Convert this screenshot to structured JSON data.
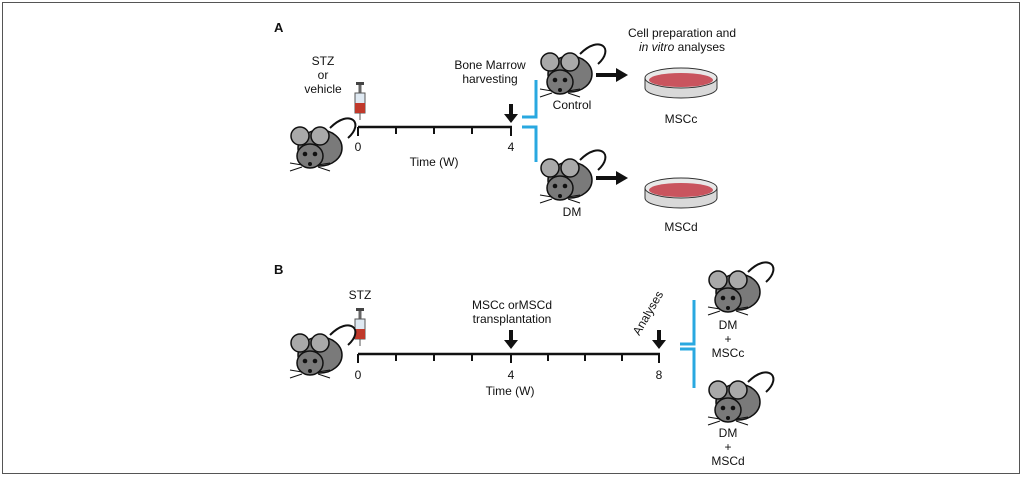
{
  "panel_a": {
    "letter": "A",
    "treatment_line1": "STZ",
    "treatment_line2": "or",
    "treatment_line3": "vehicle",
    "tick_start": "0",
    "tick_end": "4",
    "axis_label": "Time (W)",
    "event_line1": "Bone Marrow",
    "event_line2": "harvesting",
    "group_top": "Control",
    "group_bottom": "DM",
    "analysis_line1": "Cell preparation and",
    "analysis_line2_italic": "in vitro",
    "analysis_line2_rest": " analyses",
    "dish_top": "MSCc",
    "dish_bottom": "MSCd"
  },
  "panel_b": {
    "letter": "B",
    "treatment": "STZ",
    "tick_start": "0",
    "tick_mid": "4",
    "tick_end": "8",
    "axis_label": "Time (W)",
    "event_line1": "MSCc orMSCd",
    "event_line2": "transplantation",
    "analyses_label": "Analyses",
    "group_top_line1": "DM",
    "group_top_line2": "+",
    "group_top_line3": "MSCc",
    "group_bottom_line1": "DM",
    "group_bottom_line2": "+",
    "group_bottom_line3": "MSCd"
  },
  "colors": {
    "bracket": "#29a8e0",
    "mouse": "#7a7a7a",
    "dish": "#c9545e",
    "syringe_fill": "#c0392b"
  }
}
